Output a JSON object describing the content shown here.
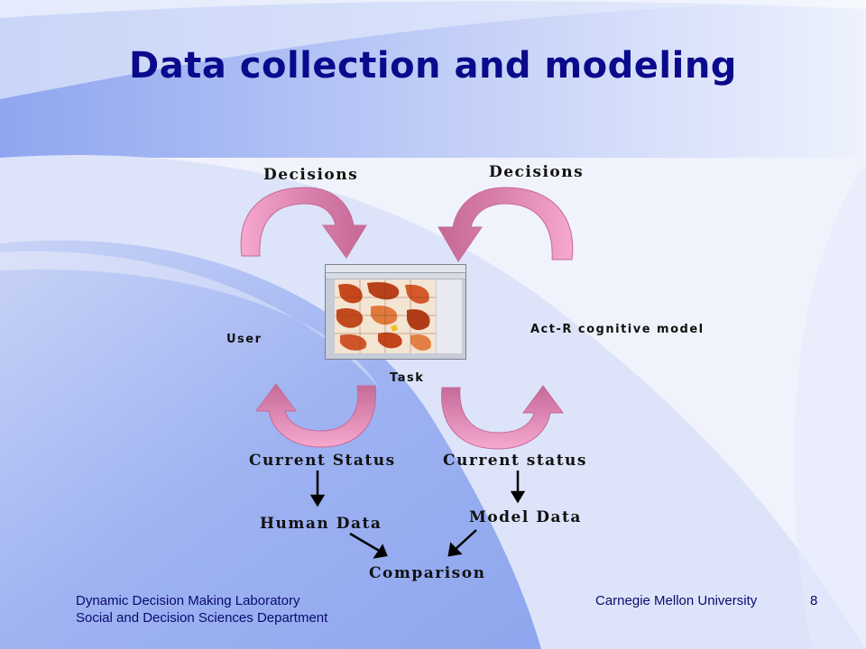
{
  "slide": {
    "title": "Data collection and modeling"
  },
  "diagram": {
    "decisions_left": "Decisions",
    "decisions_right": "Decisions",
    "user": "User",
    "task": "Task",
    "actr_model": "Act-R cognitive model",
    "current_status_left": "Current Status",
    "current_status_right": "Current status",
    "human_data": "Human Data",
    "model_data": "Model Data",
    "comparison": "Comparison",
    "arrow_color": "#f29cc8",
    "arrow_shadow_color": "#c96b9c"
  },
  "footer": {
    "lab": "Dynamic Decision Making Laboratory",
    "department": "Social and Decision Sciences Department",
    "university": "Carnegie Mellon University",
    "page_number": "8"
  },
  "colors": {
    "title": "#0a0a8c",
    "footer": "#0a0a6e"
  }
}
